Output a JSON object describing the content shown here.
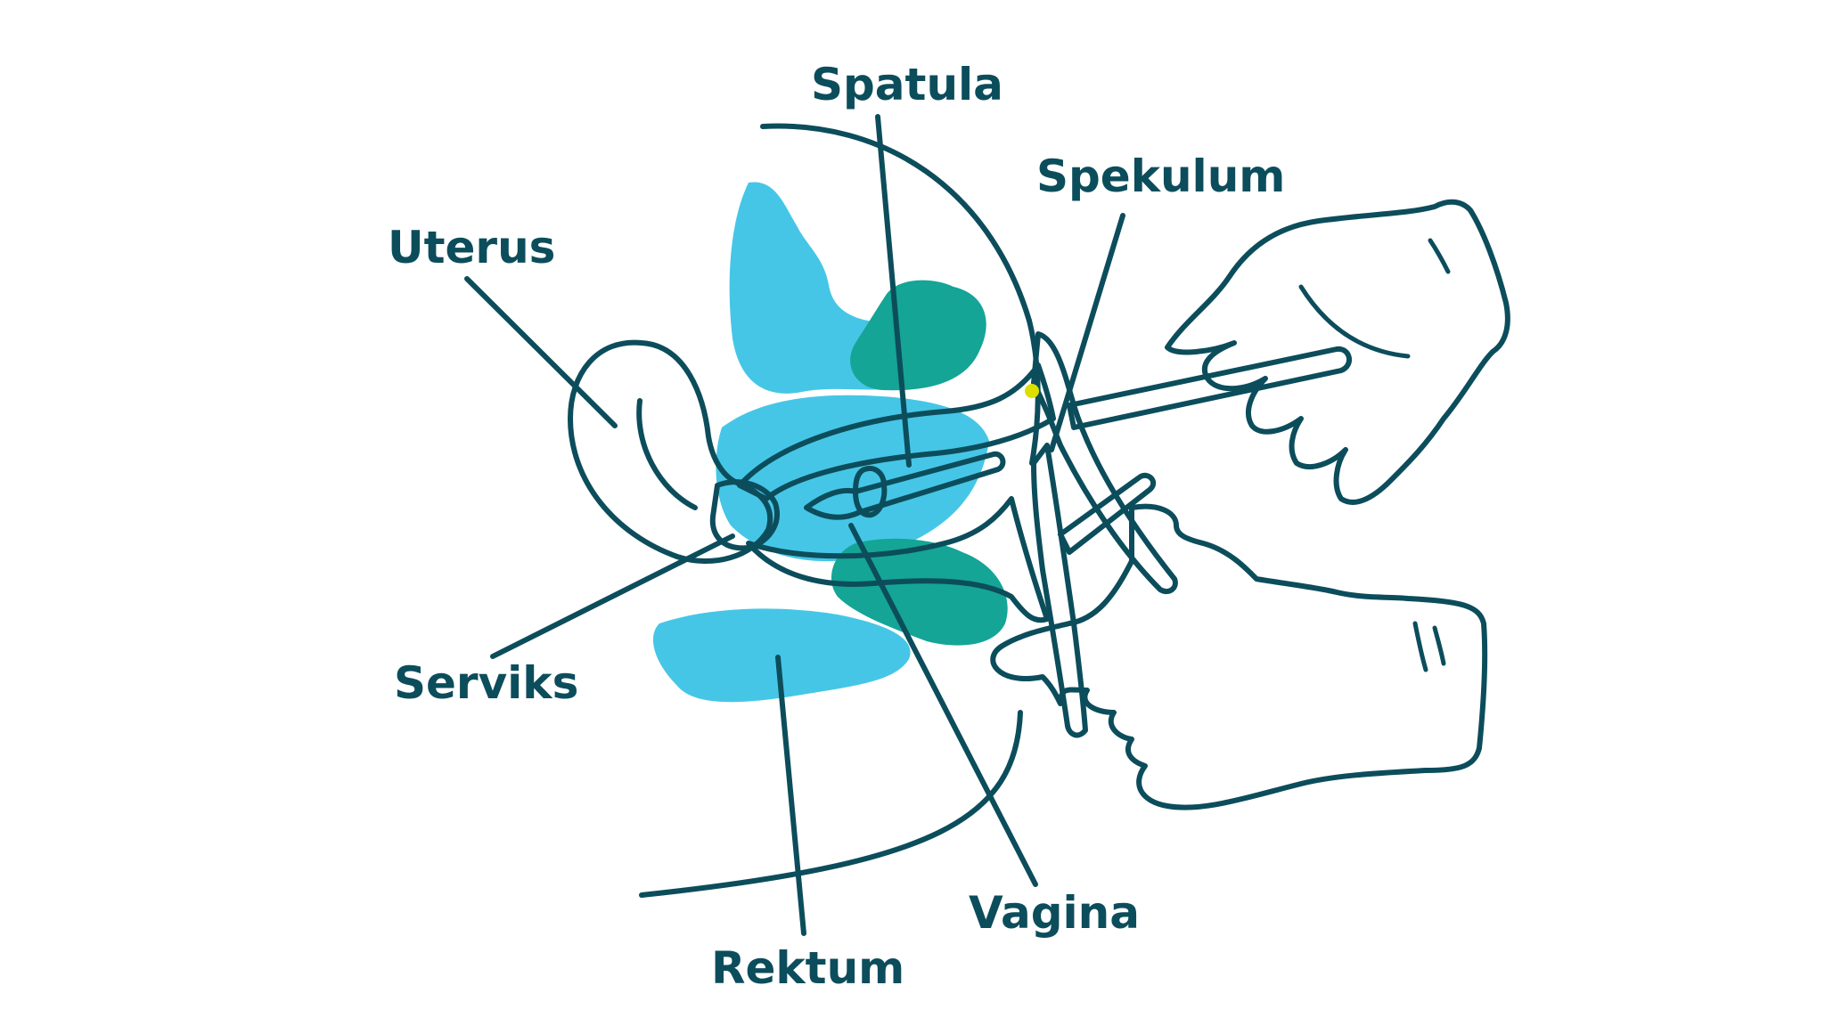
{
  "title": "Speculum examination diagram",
  "labels": {
    "spatula": "Spatula",
    "spekulum": "Spekulum",
    "uterus": "Uterus",
    "serviks": "Serviks",
    "rektum": "Rektum",
    "vagina": "Vagina"
  },
  "colors": {
    "outline": "#0c4d5c",
    "light_blue": "#46c6e6",
    "teal": "#14a596",
    "yellow": "#dbe000",
    "instrument": "#7b93bd",
    "background": "#ffffff"
  }
}
